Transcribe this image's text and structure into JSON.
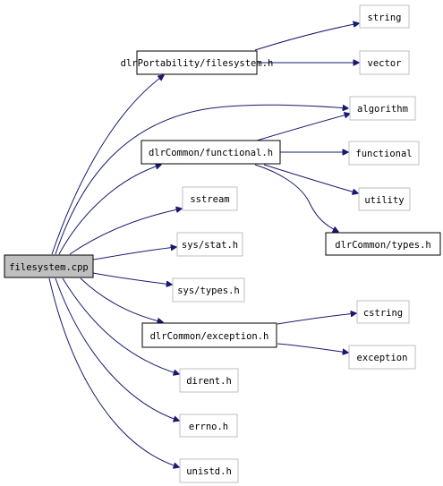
{
  "graph": {
    "root": {
      "id": "filesystem_cpp",
      "label": "filesystem.cpp"
    },
    "nodes": [
      {
        "id": "dlr_portability_filesystem_h",
        "label": "dlrPortability/filesystem.h",
        "kind": "documented"
      },
      {
        "id": "string",
        "label": "string",
        "kind": "external"
      },
      {
        "id": "vector",
        "label": "vector",
        "kind": "external"
      },
      {
        "id": "algorithm",
        "label": "algorithm",
        "kind": "external"
      },
      {
        "id": "dlr_common_functional_h",
        "label": "dlrCommon/functional.h",
        "kind": "documented"
      },
      {
        "id": "functional",
        "label": "functional",
        "kind": "external"
      },
      {
        "id": "utility",
        "label": "utility",
        "kind": "external"
      },
      {
        "id": "dlr_common_types_h",
        "label": "dlrCommon/types.h",
        "kind": "documented"
      },
      {
        "id": "sstream",
        "label": "sstream",
        "kind": "external"
      },
      {
        "id": "sys_stat_h",
        "label": "sys/stat.h",
        "kind": "external"
      },
      {
        "id": "sys_types_h",
        "label": "sys/types.h",
        "kind": "external"
      },
      {
        "id": "dlr_common_exception_h",
        "label": "dlrCommon/exception.h",
        "kind": "documented"
      },
      {
        "id": "cstring",
        "label": "cstring",
        "kind": "external"
      },
      {
        "id": "exception",
        "label": "exception",
        "kind": "external"
      },
      {
        "id": "dirent_h",
        "label": "dirent.h",
        "kind": "external"
      },
      {
        "id": "errno_h",
        "label": "errno.h",
        "kind": "external"
      },
      {
        "id": "unistd_h",
        "label": "unistd.h",
        "kind": "external"
      }
    ],
    "edges": [
      {
        "from": "filesystem_cpp",
        "to": "dlr_portability_filesystem_h"
      },
      {
        "from": "filesystem_cpp",
        "to": "algorithm"
      },
      {
        "from": "filesystem_cpp",
        "to": "dlr_common_functional_h"
      },
      {
        "from": "filesystem_cpp",
        "to": "sstream"
      },
      {
        "from": "filesystem_cpp",
        "to": "sys_stat_h"
      },
      {
        "from": "filesystem_cpp",
        "to": "sys_types_h"
      },
      {
        "from": "filesystem_cpp",
        "to": "dlr_common_exception_h"
      },
      {
        "from": "filesystem_cpp",
        "to": "dirent_h"
      },
      {
        "from": "filesystem_cpp",
        "to": "errno_h"
      },
      {
        "from": "filesystem_cpp",
        "to": "unistd_h"
      },
      {
        "from": "dlr_portability_filesystem_h",
        "to": "string"
      },
      {
        "from": "dlr_portability_filesystem_h",
        "to": "vector"
      },
      {
        "from": "dlr_common_functional_h",
        "to": "algorithm"
      },
      {
        "from": "dlr_common_functional_h",
        "to": "functional"
      },
      {
        "from": "dlr_common_functional_h",
        "to": "utility"
      },
      {
        "from": "dlr_common_functional_h",
        "to": "dlr_common_types_h"
      },
      {
        "from": "dlr_common_exception_h",
        "to": "cstring"
      },
      {
        "from": "dlr_common_exception_h",
        "to": "exception"
      }
    ]
  }
}
